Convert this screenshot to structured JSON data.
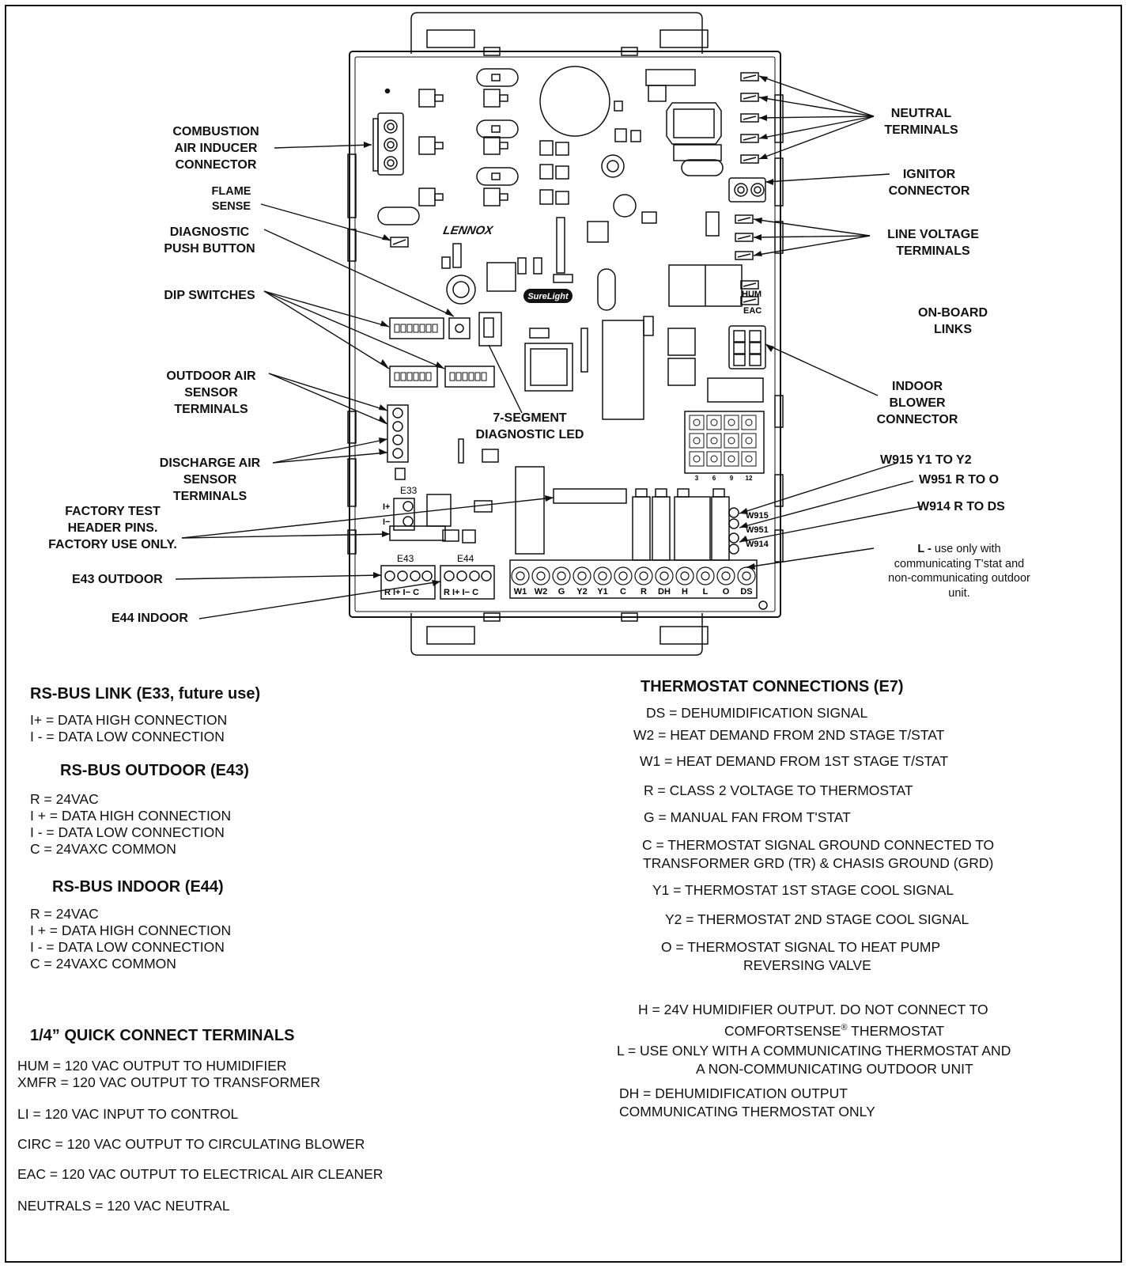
{
  "callouts": {
    "combustion": [
      "COMBUSTION",
      "AIR INDUCER",
      "CONNECTOR"
    ],
    "flame": [
      "FLAME",
      "SENSE"
    ],
    "diag_button": [
      "DIAGNOSTIC",
      "PUSH BUTTON"
    ],
    "dip": "DIP SWITCHES",
    "outdoor_air": [
      "OUTDOOR AIR",
      "SENSOR",
      "TERMINALS"
    ],
    "seven_seg": [
      "7-SEGMENT",
      "DIAGNOSTIC LED"
    ],
    "discharge_air": [
      "DISCHARGE AIR",
      "SENSOR",
      "TERMINALS"
    ],
    "factory_test": [
      "FACTORY TEST",
      "HEADER PINS.",
      "FACTORY USE ONLY."
    ],
    "e43_outdoor": "E43 OUTDOOR",
    "e44_indoor": "E44 INDOOR",
    "neutral": [
      "NEUTRAL",
      "TERMINALS"
    ],
    "ignitor": [
      "IGNITOR",
      "CONNECTOR"
    ],
    "line_voltage": [
      "LINE VOLTAGE",
      "TERMINALS"
    ],
    "onboard": [
      "ON-BOARD",
      "LINKS"
    ],
    "indoor_blower": [
      "INDOOR",
      "BLOWER",
      "CONNECTOR"
    ],
    "w915": "W915 Y1 TO Y2",
    "w951": "W951 R TO O",
    "w914": "W914 R TO DS",
    "l_bold": "L -",
    "l_note": [
      " use only with",
      "communicating T'stat and",
      "non-communicating outdoor",
      "unit."
    ]
  },
  "board": {
    "brand": "LENNOX",
    "surelight": "SureLight",
    "e33": "E33",
    "e33_pins": [
      "I+",
      "I−"
    ],
    "e43": "E43",
    "e44": "E44",
    "e43_pins": "R I+ I− C",
    "e44_pins": "R I+ I− C",
    "hum": "HUM",
    "eac": "EAC",
    "w915": "W915",
    "w951": "W951",
    "w914": "W914",
    "blower_pins": [
      "3",
      "6",
      "9",
      "12"
    ],
    "thermostat_terminals": [
      "W1",
      "W2",
      "G",
      "Y2",
      "Y1",
      "C",
      "R",
      "DH",
      "H",
      "L",
      "O",
      "DS"
    ]
  },
  "left": {
    "rsbus_title": "RS-BUS LINK (E33, future use)",
    "rsbus_lines": [
      "I+ = DATA HIGH CONNECTION",
      "I - = DATA LOW CONNECTION"
    ],
    "outdoor_title": "RS-BUS OUTDOOR (E43)",
    "outdoor_lines": [
      "R = 24VAC",
      "I + = DATA HIGH CONNECTION",
      "I - = DATA LOW CONNECTION",
      "C = 24VAXC COMMON"
    ],
    "indoor_title": "RS-BUS INDOOR (E44)",
    "indoor_lines": [
      "R = 24VAC",
      "I + = DATA HIGH CONNECTION",
      "I - = DATA LOW CONNECTION",
      "C = 24VAXC COMMON"
    ],
    "quick_title": "1/4” QUICK CONNECT TERMINALS",
    "quick_lines": [
      "HUM = 120 VAC OUTPUT TO HUMIDIFIER",
      "XMFR = 120 VAC OUTPUT TO TRANSFORMER",
      "LI = 120 VAC INPUT TO CONTROL",
      "CIRC = 120 VAC OUTPUT TO CIRCULATING BLOWER",
      "EAC = 120 VAC OUTPUT TO ELECTRICAL AIR CLEANER",
      "NEUTRALS  = 120 VAC NEUTRAL"
    ]
  },
  "right": {
    "title": "THERMOSTAT CONNECTIONS (E7)",
    "lines": [
      "DS = DEHUMIDIFICATION SIGNAL",
      "W2 = HEAT DEMAND FROM 2ND STAGE T/STAT",
      "W1 = HEAT DEMAND FROM 1ST STAGE T/STAT",
      "R = CLASS 2 VOLTAGE TO THERMOSTAT",
      "G = MANUAL FAN FROM T'STAT",
      "C = THERMOSTAT SIGNAL GROUND CONNECTED TO",
      "TRANSFORMER  GRD (TR) & CHASIS GROUND (GRD)",
      "Y1 = THERMOSTAT 1ST STAGE COOL SIGNAL",
      "Y2 = THERMOSTAT 2ND STAGE COOL SIGNAL",
      "O = THERMOSTAT SIGNAL TO HEAT PUMP",
      "REVERSING VALVE",
      "H = 24V HUMIDIFIER OUTPUT. DO NOT CONNECT TO",
      "THERMOSTAT",
      "L = USE ONLY WITH A COMMUNICATING THERMOSTAT AND",
      "A NON-COMMUNICATING OUTDOOR UNIT",
      "DH = DEHUMIDIFICATION OUTPUT",
      "COMMUNICATING THERMOSTAT ONLY"
    ],
    "comfort_brand": "COMFORTSENSE",
    "registered": "®"
  }
}
